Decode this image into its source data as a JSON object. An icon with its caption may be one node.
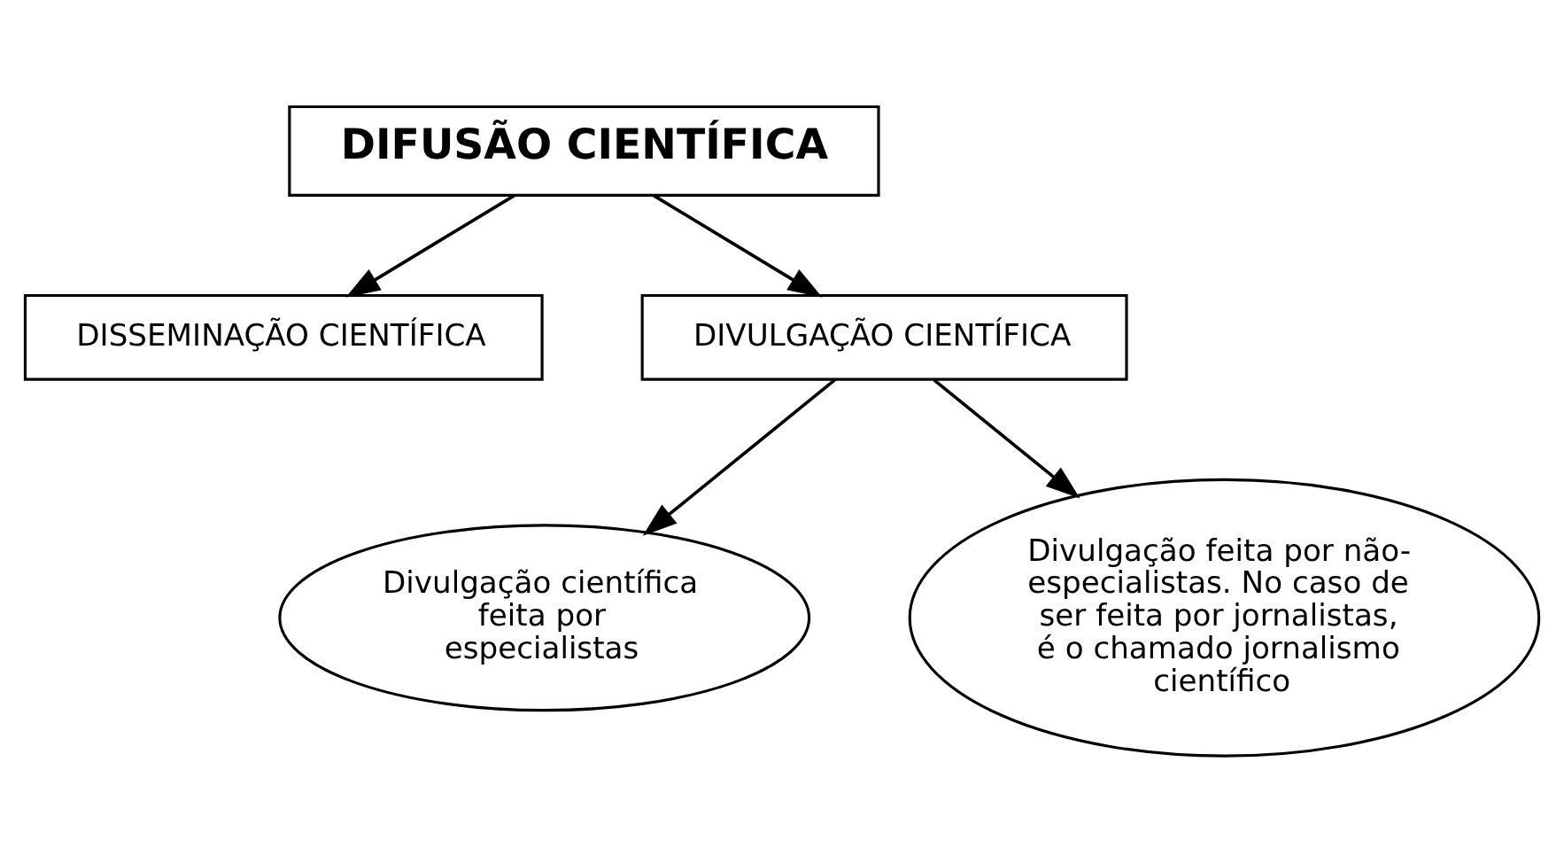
{
  "diagram": {
    "nodes": [
      {
        "text": [
          "DIFUSÃO CIENTÍFICA"
        ]
      },
      {
        "text": [
          "DISSEMINAÇÃO CIENTÍFICA"
        ]
      },
      {
        "text": [
          "DIVULGAÇÃO CIENTÍFICA"
        ]
      },
      {
        "text": [
          "Divulgação científica feita por especialistas"
        ]
      },
      {
        "text": [
          "Divulgação feita por não-especialistas. No caso de ser feita por jornalistas, é o chamado jornalismo científico"
        ]
      }
    ],
    "edges": [
      {
        "from": 0,
        "to": 1,
        "arrow": "to"
      },
      {
        "from": 0,
        "to": 2,
        "arrow": "to"
      },
      {
        "from": 2,
        "to": 4,
        "arrow": "to"
      },
      {
        "from": 2,
        "to": 3,
        "arrow": "to"
      }
    ]
  }
}
